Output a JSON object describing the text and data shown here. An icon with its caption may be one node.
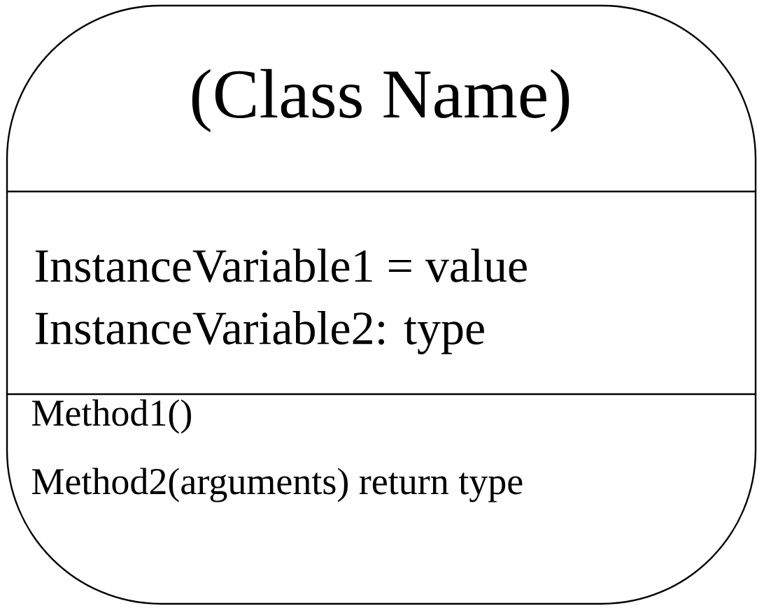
{
  "diagram": {
    "nodes": [
      {
        "text": [
          "(Class Name)",
          "InstanceVariable1 = value",
          "InstanceVariable2: type",
          "Method1()",
          "Method2(arguments) return type"
        ]
      }
    ]
  }
}
